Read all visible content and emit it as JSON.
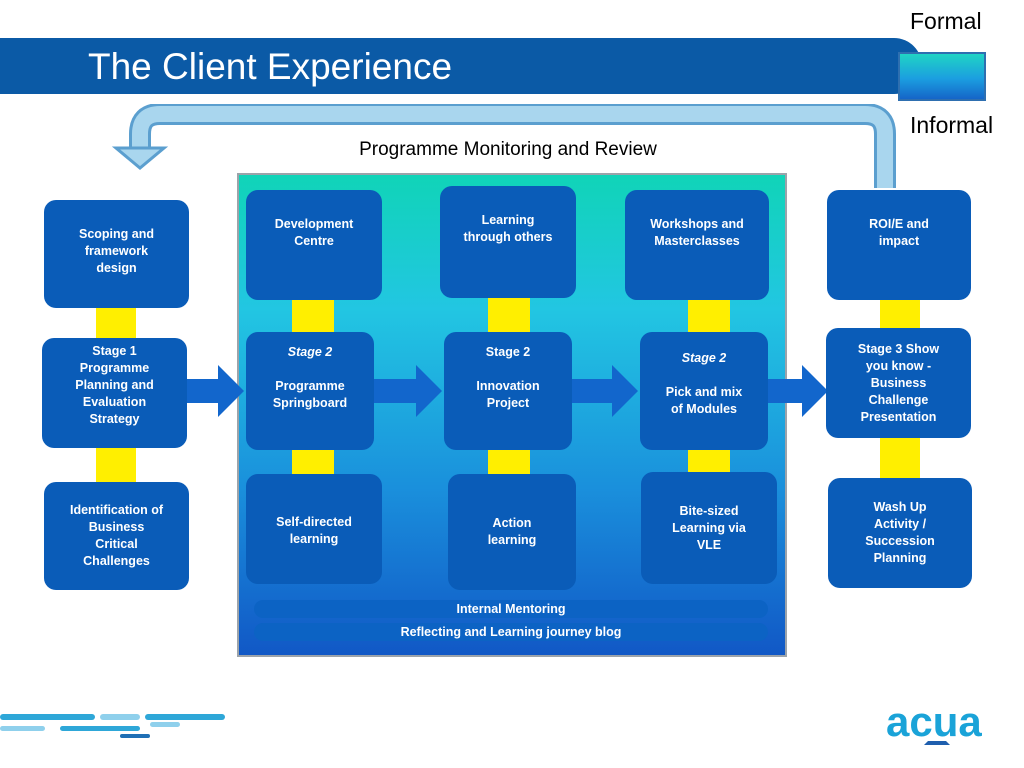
{
  "header": {
    "title": "The Client Experience"
  },
  "legend": {
    "top_label": "Formal",
    "bottom_label": "Informal"
  },
  "cycle_label": "Programme Monitoring and Review",
  "left_column": {
    "top": "Scoping and\nframework\ndesign",
    "middle": "Stage 1\nProgramme\nPlanning and\nEvaluation\nStrategy",
    "bottom": "Identification of\nBusiness\nCritical\nChallenges"
  },
  "column_2": {
    "top": "Development\nCentre",
    "middle_stage": "Stage 2",
    "middle_title": "Programme\nSpringboard",
    "bottom": "Self-directed\nlearning"
  },
  "column_3": {
    "top": "Learning\nthrough others",
    "middle_stage": "Stage 2",
    "middle_title": "Innovation\nProject",
    "bottom": "Action\nlearning"
  },
  "column_4": {
    "top": "Workshops and\nMasterclasses",
    "middle_stage": "Stage 2",
    "middle_title": "Pick and mix\nof  Modules",
    "bottom": "Bite-sized\nLearning via\nVLE"
  },
  "right_column": {
    "top": "ROI/E and\nimpact",
    "middle": "Stage 3 Show\nyou know -\nBusiness\nChallenge\nPresentation",
    "bottom": "Wash Up\nActivity /\nSuccession\nPlanning"
  },
  "strips": {
    "mentoring": "Internal  Mentoring",
    "blog": "Reflecting and Learning journey blog"
  },
  "logo": {
    "text": "acua"
  },
  "colors": {
    "box_blue": "#0a5cb8",
    "connector_yellow": "#ffef00",
    "arrow_blue": "#1266cc",
    "feedback_arrow": "#8ec7e6",
    "title_bar": "#0b5aa6"
  }
}
